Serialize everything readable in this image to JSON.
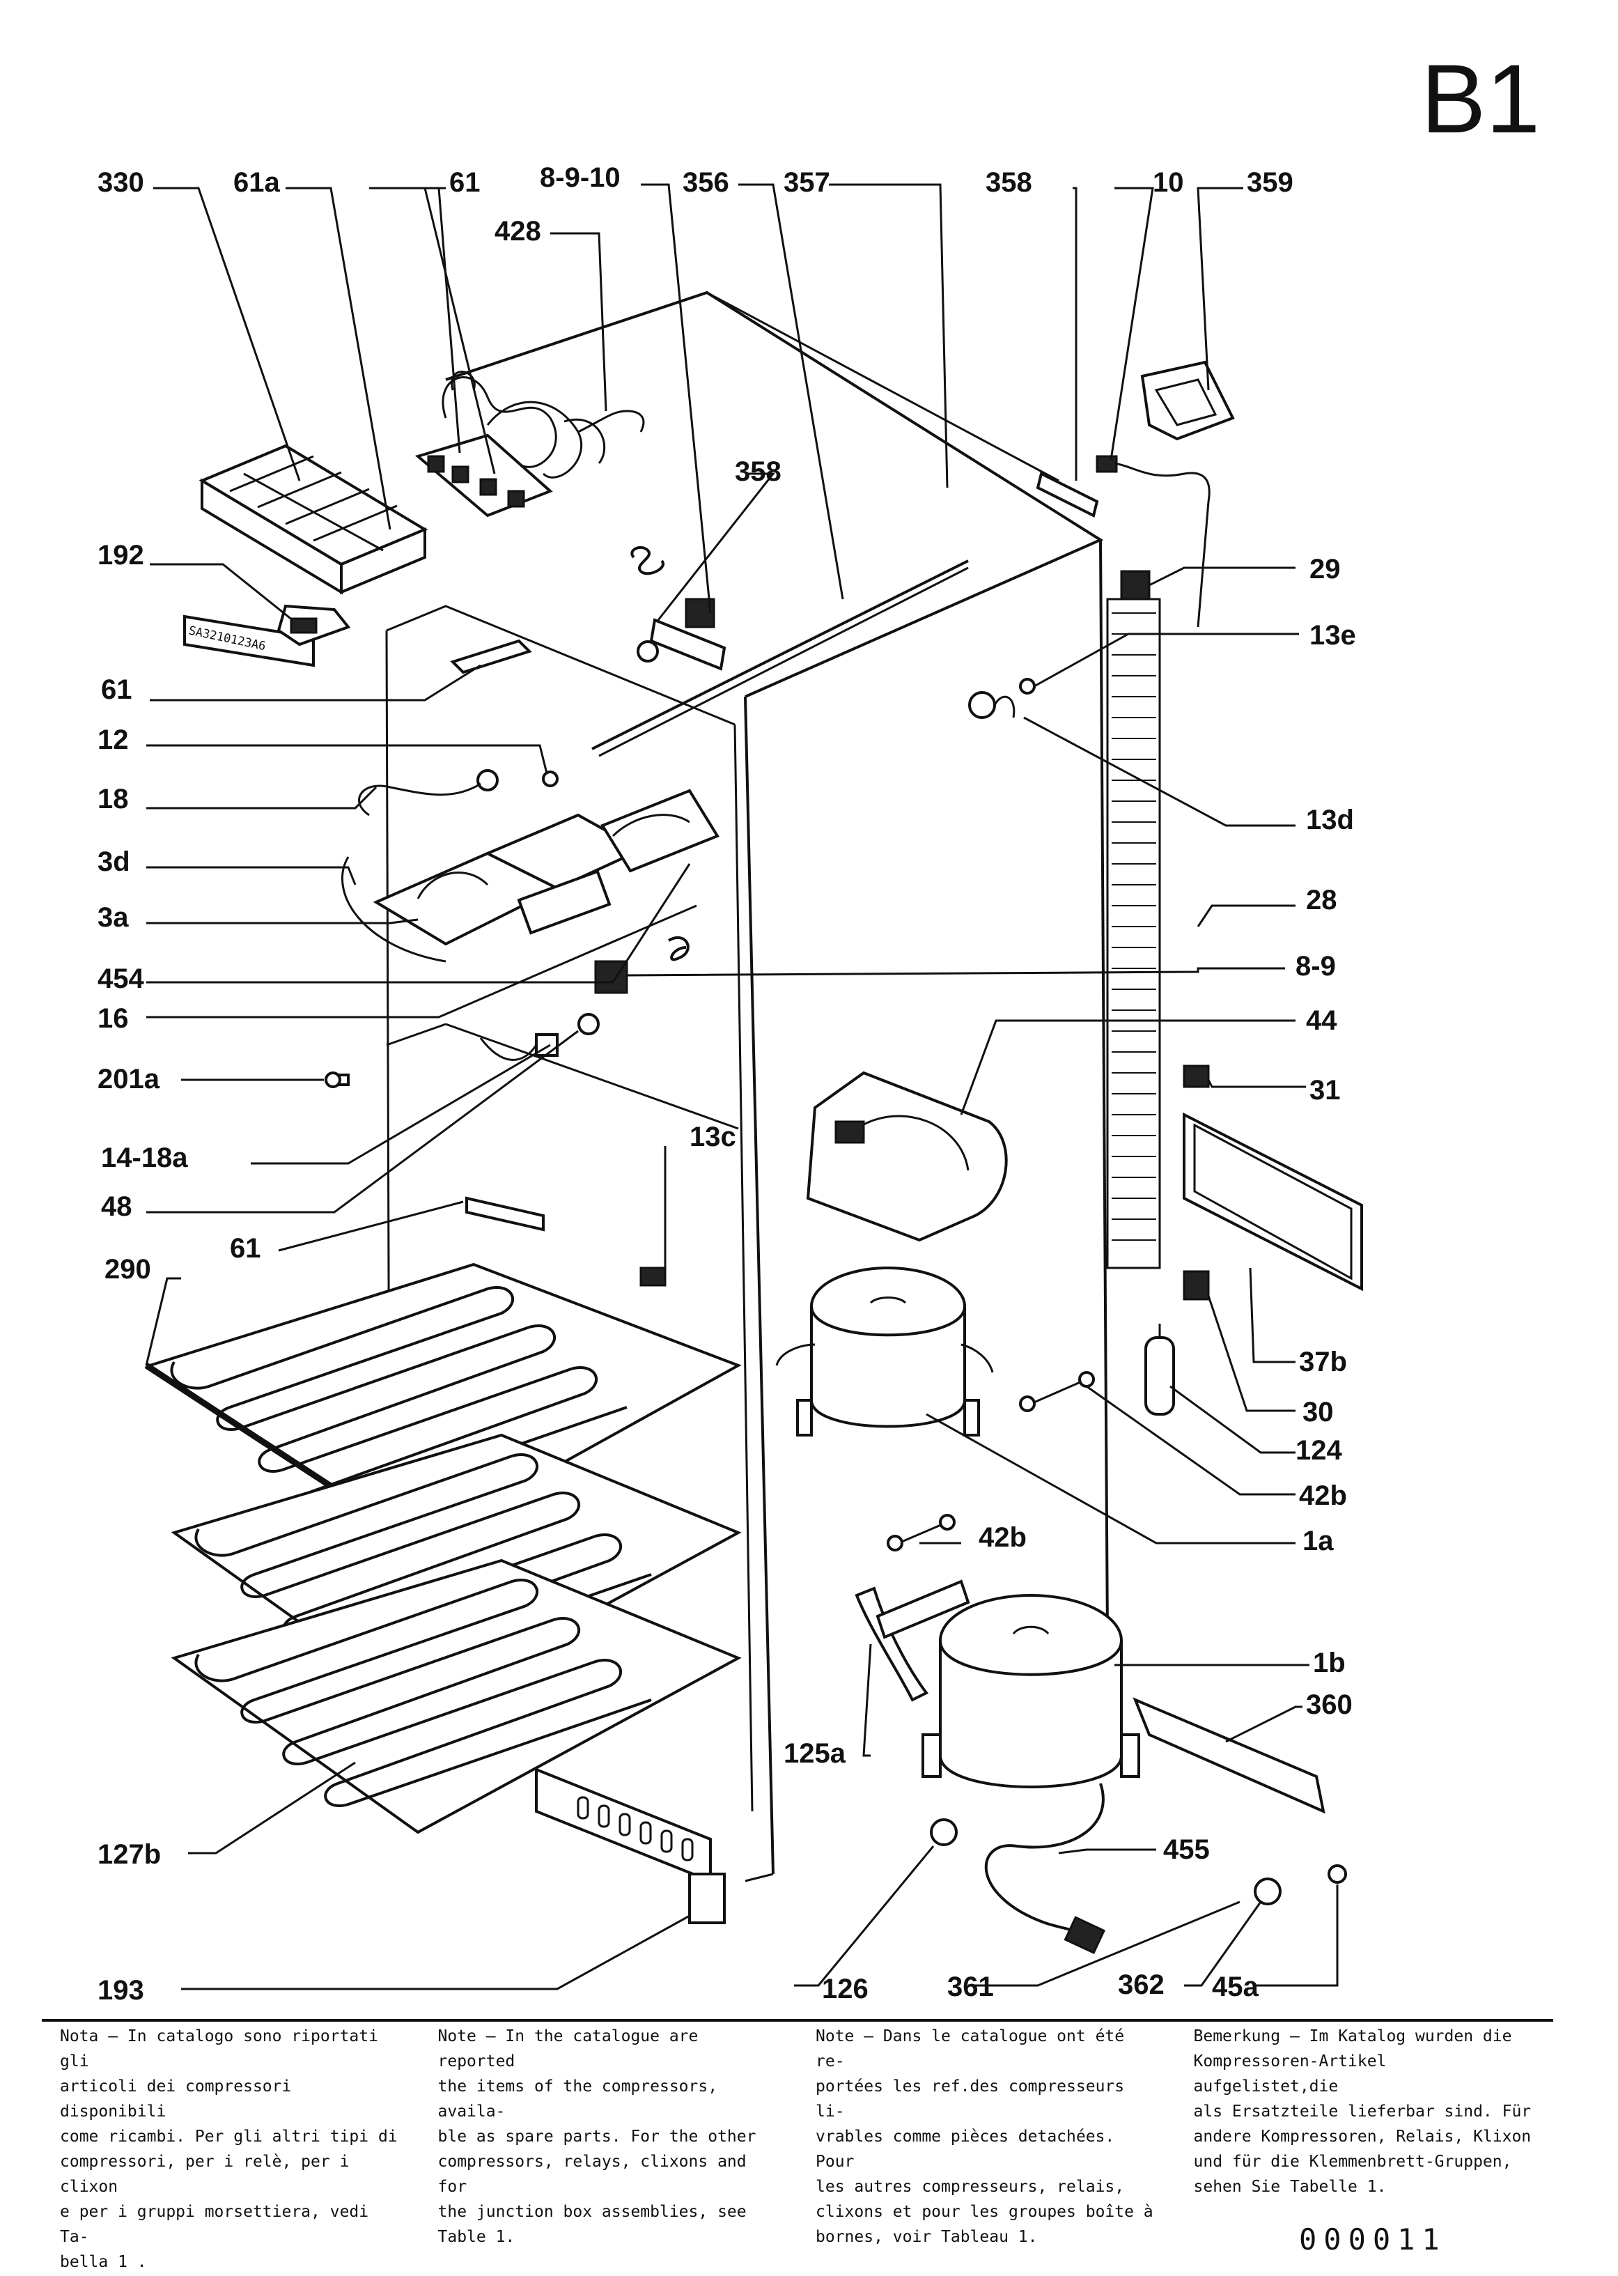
{
  "sheet_code": "B1",
  "labels": {
    "p330": "330",
    "p61a": "61a",
    "p61_top": "61",
    "p8910": "8-9-10",
    "p428": "428",
    "p356": "356",
    "p357": "357",
    "p358_top": "358",
    "p10": "10",
    "p359": "359",
    "p358_mid": "358",
    "p192": "192",
    "p61_left": "61",
    "p12": "12",
    "p18": "18",
    "p3d": "3d",
    "p3a": "3a",
    "p454": "454",
    "p16": "16",
    "p201a": "201a",
    "p1418a": "14-18a",
    "p48": "48",
    "p61_low": "61",
    "p290": "290",
    "p127b": "127b",
    "p193": "193",
    "p13c": "13c",
    "p29": "29",
    "p13e": "13e",
    "p13d": "13d",
    "p28": "28",
    "p89": "8-9",
    "p44": "44",
    "p31": "31",
    "p37b": "37b",
    "p30": "30",
    "p124": "124",
    "p42b_r": "42b",
    "p1a": "1a",
    "p42b_m": "42b",
    "p1b": "1b",
    "p360": "360",
    "p125a": "125a",
    "p455": "455",
    "p126": "126",
    "p361": "361",
    "p362": "362",
    "p45a": "45a"
  },
  "tray_code": "SA3210123A6",
  "notes": {
    "it": "Nota – In catalogo sono riportati gli\narticoli dei compressori disponibili\ncome ricambi. Per gli altri tipi di\ncompressori, per i relè, per i clixon\ne per i gruppi morsettiera, vedi Ta-\nbella 1 .",
    "en": "Note – In the catalogue are reported\nthe items of the compressors, availa-\nble as spare parts. For the other\ncompressors, relays, clixons and for\nthe junction box assemblies, see\nTable  1.",
    "fr": "Note – Dans le catalogue ont été re-\nportées les ref.des compresseurs li-\nvrables comme pièces detachées. Pour\nles autres compresseurs, relais,\nclixons et pour les groupes boîte à\nbornes, voir Tableau 1.",
    "de": "Bemerkung – Im Katalog wurden die\nKompressoren-Artikel aufgelistet,die\nals Ersatzteile lieferbar sind. Für\nandere Kompressoren, Relais, Klixon\nund für die Klemmenbrett-Gruppen,\nsehen Sie Tabelle 1."
  },
  "doc_number": "000011"
}
